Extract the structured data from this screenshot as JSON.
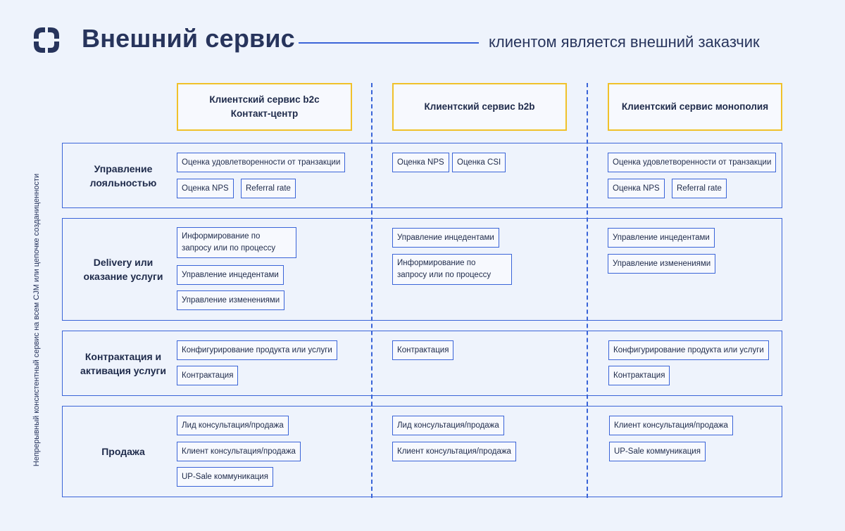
{
  "header": {
    "title": "Внешний сервис",
    "subtitle": "клиентом является внешний заказчик",
    "side_note": "Непрерывный консистентный сервис на всем CJM или цепочке созданиценности",
    "accent_color": "#3a64d8",
    "highlight_color": "#f0c12a",
    "logo_icon": "rounded-square-arrows-logo"
  },
  "columns": [
    {
      "line1": "Клиентский сервис b2c",
      "line2": "Контакт-центр"
    },
    {
      "line1": "Клиентский сервис b2b",
      "line2": ""
    },
    {
      "line1": "Клиентский сервис монополия",
      "line2": ""
    }
  ],
  "rows": [
    {
      "label1": "Управление",
      "label2": "лояльностью",
      "b2c": [
        "Оценка удовлетворенности от транзакции",
        "Оценка NPS",
        "Referral rate"
      ],
      "b2b": [
        "Оценка NPS",
        "Оценка CSI"
      ],
      "monopoly": [
        "Оценка удовлетворенности от транзакции",
        "Оценка NPS",
        "Referral rate"
      ]
    },
    {
      "label1": "Delivery или",
      "label2": "оказание услуги",
      "b2c": [
        "Информирование по запросу или по процессу",
        "Управление инцедентами",
        "Управление изменениями"
      ],
      "b2b": [
        "Управление инцедентами",
        "Информирование по запросу или по процессу"
      ],
      "monopoly": [
        "Управление инцедентами",
        "Управление изменениями"
      ]
    },
    {
      "label1": "Контрактация и",
      "label2": "активация услуги",
      "b2c": [
        "Конфигурирование продукта или услуги",
        "Контрактация"
      ],
      "b2b": [
        "Контрактация"
      ],
      "monopoly": [
        "Конфигурирование продукта или услуги",
        "Контрактация"
      ]
    },
    {
      "label1": "Продажа",
      "label2": "",
      "b2c": [
        "Лид консультация/продажа",
        "Клиент консультация/продажа",
        "UP-Sale коммуникация"
      ],
      "b2b": [
        "Лид консультация/продажа",
        "Клиент консультация/продажа"
      ],
      "monopoly": [
        "Клиент консультация/продажа",
        "UP-Sale коммуникация"
      ]
    }
  ]
}
